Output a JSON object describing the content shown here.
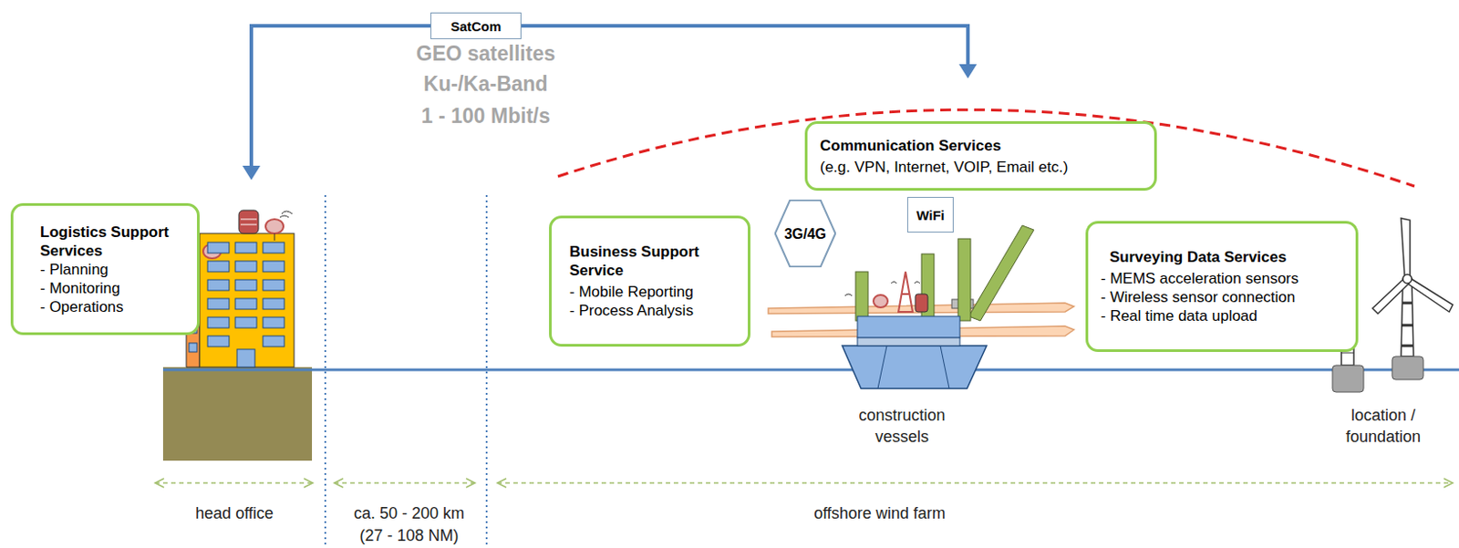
{
  "diagram": {
    "nodes": [
      {
        "text": [
          "SatCom"
        ]
      },
      {
        "text": [
          "Logistics Support Services",
          "- Planning",
          "- Monitoring",
          "- Operations"
        ]
      },
      {
        "text": [
          "Communication Services",
          "(e.g. VPN, Internet, VOIP, Email etc.)"
        ]
      },
      {
        "text": [
          "3G/4G"
        ]
      },
      {
        "text": [
          "WiFi"
        ]
      },
      {
        "text": [
          "Business Support Service",
          "- Mobile Reporting",
          "- Process Analysis"
        ]
      },
      {
        "text": [
          "Surveying Data Services",
          "- MEMS acceleration sensors",
          "- Wireless sensor connection",
          "- Real time data upload"
        ]
      }
    ],
    "labels": [
      "GEO satellites",
      "Ku-/Ka-Band",
      "1 - 100 Mbit/s",
      "construction vessels",
      "location / foundation",
      "head office",
      "ca. 50 - 200 km",
      "(27 - 108 NM)",
      "offshore wind farm"
    ]
  }
}
